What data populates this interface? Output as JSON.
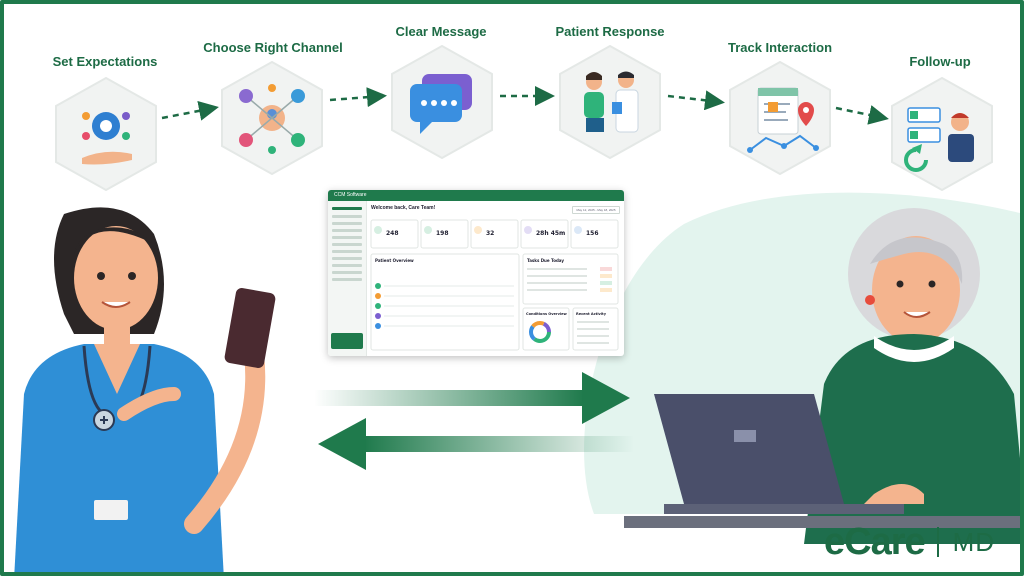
{
  "steps": [
    {
      "label": "Set Expectations",
      "icon": "gear-head-hand-icon"
    },
    {
      "label": "Choose Right Channel",
      "icon": "channel-network-icon"
    },
    {
      "label": "Clear Message",
      "icon": "chat-bubbles-icon"
    },
    {
      "label": "Patient Response",
      "icon": "patient-doctor-icon"
    },
    {
      "label": "Track Interaction",
      "icon": "calendar-location-icon"
    },
    {
      "label": "Follow-up",
      "icon": "checklist-person-icon"
    }
  ],
  "dashboard": {
    "brand": "CCM Software",
    "welcome": "Welcome back, Care Team!",
    "date_range": "May 12, 2025 - May 18, 2025",
    "sections": {
      "patient_overview": "Patient Overview",
      "tasks_due": "Tasks Due Today",
      "conditions": "Conditions Overview",
      "recent_activity": "Recent Activity"
    },
    "stats": [
      "248",
      "198",
      "32",
      "28h 45m",
      "156"
    ]
  },
  "logo": {
    "brand": "eCare",
    "suffix": "MD"
  },
  "colors": {
    "primary": "#1d6b45",
    "accent": "#2e8b57",
    "blob": "#e3f4ee"
  }
}
